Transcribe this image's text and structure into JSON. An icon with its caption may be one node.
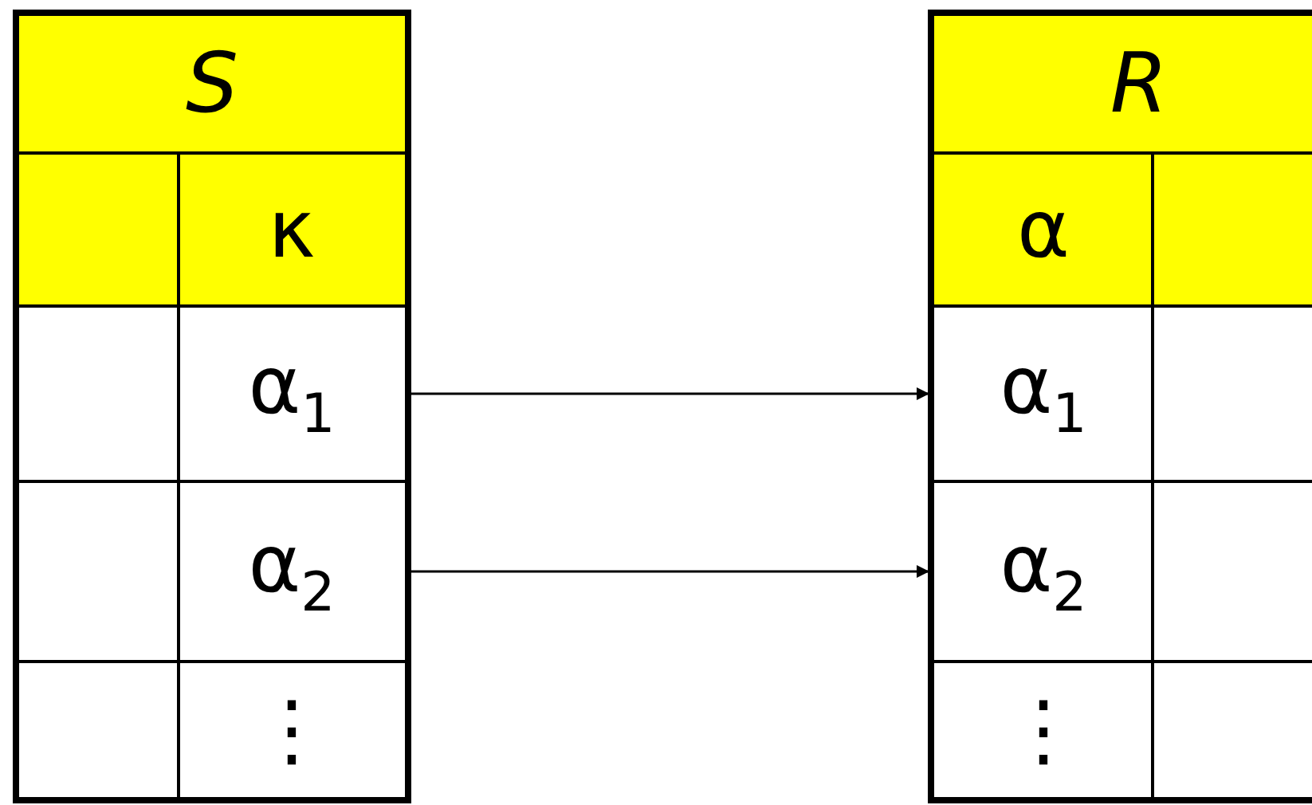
{
  "diagram": {
    "nodes": [
      {
        "text": [
          "S"
        ]
      },
      {
        "text": [
          "κ"
        ],
        "in": 0
      },
      {
        "text": [
          "α$_{1}$"
        ],
        "in": 0
      },
      {
        "text": [
          "α$_{2}$"
        ],
        "in": 0
      },
      {
        "text": [
          "⋮"
        ],
        "in": 0
      },
      {
        "text": [
          "R"
        ]
      },
      {
        "text": [
          "α"
        ],
        "in": 5
      },
      {
        "text": [
          "α$_{1}$"
        ],
        "in": 5
      },
      {
        "text": [
          "α$_{2}$"
        ],
        "in": 5
      },
      {
        "text": [
          "⋮"
        ],
        "in": 5
      }
    ],
    "edges": [
      {
        "from": 2,
        "to": 7,
        "arrow": "to"
      },
      {
        "from": 3,
        "to": 8,
        "arrow": "to"
      }
    ]
  }
}
